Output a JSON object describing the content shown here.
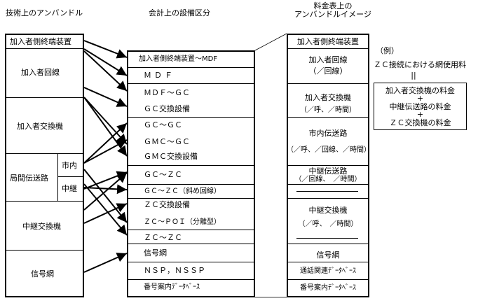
{
  "headers": {
    "left": "技術上のアンバンドル",
    "middle": "会計上の設備区分",
    "right_line1": "料金表上の",
    "right_line2": "アンバンドルイメージ"
  },
  "left_column": {
    "terminal": "加入者側終端装置",
    "line": "加入者回線",
    "exchange": "加入者交換機",
    "interoffice": "局間伝送路",
    "local": "市内",
    "relay": "中継",
    "relay_exchange": "中継交換機",
    "signal": "信号網"
  },
  "middle_column": {
    "rows": [
      "加入者側終端装置～MDF",
      "ＭＤＦ",
      "ＭＤＦ～ＧＣ",
      "ＧＣ交換設備",
      "ＧＣ～ＧＣ",
      "ＧＭＣ～ＧＣ",
      "ＧＭＣ交換設備",
      "ＧＣ～ＺＣ",
      "ＧＣ～ＺＣ（斜め回線）",
      "ＺＣ交換設備",
      "ＺＣ～ＰＯＩ（分離型）",
      "ＺＣ～ＺＣ",
      "信号網",
      "ＮＳＰ，ＮＳＳＰ",
      "番号案内ﾃﾞｰﾀﾍﾞｰｽ"
    ]
  },
  "right_column": {
    "terminal": "加入者側終端装置",
    "line_1": "加入者回線",
    "line_2": "（／回線）",
    "exchange_1": "加入者交換機",
    "exchange_2": "（／呼、／時間）",
    "local_1": "市内伝送路",
    "local_2": "（／呼、／回線、／時間）",
    "relay_1": "中継伝送路",
    "relay_2": "（／回線、　／時間）",
    "relay_ex_1": "中継交換機",
    "relay_ex_2": "（／呼、　／時間）",
    "signal": "信号網",
    "call_db": "通話関連ﾃﾞｰﾀﾍﾞｰｽ",
    "number_db": "番号案内ﾃﾞｰﾀﾍﾞｰｽ"
  },
  "example": {
    "title": "（例）",
    "subtitle": "ＺＣ接続における網使用料",
    "equals": "||",
    "line1": "加入者交換機の料金",
    "plus1": "+",
    "line2": "中継伝送路の料金",
    "plus2": "+",
    "line3": "ＺＣ交換機の料金"
  }
}
